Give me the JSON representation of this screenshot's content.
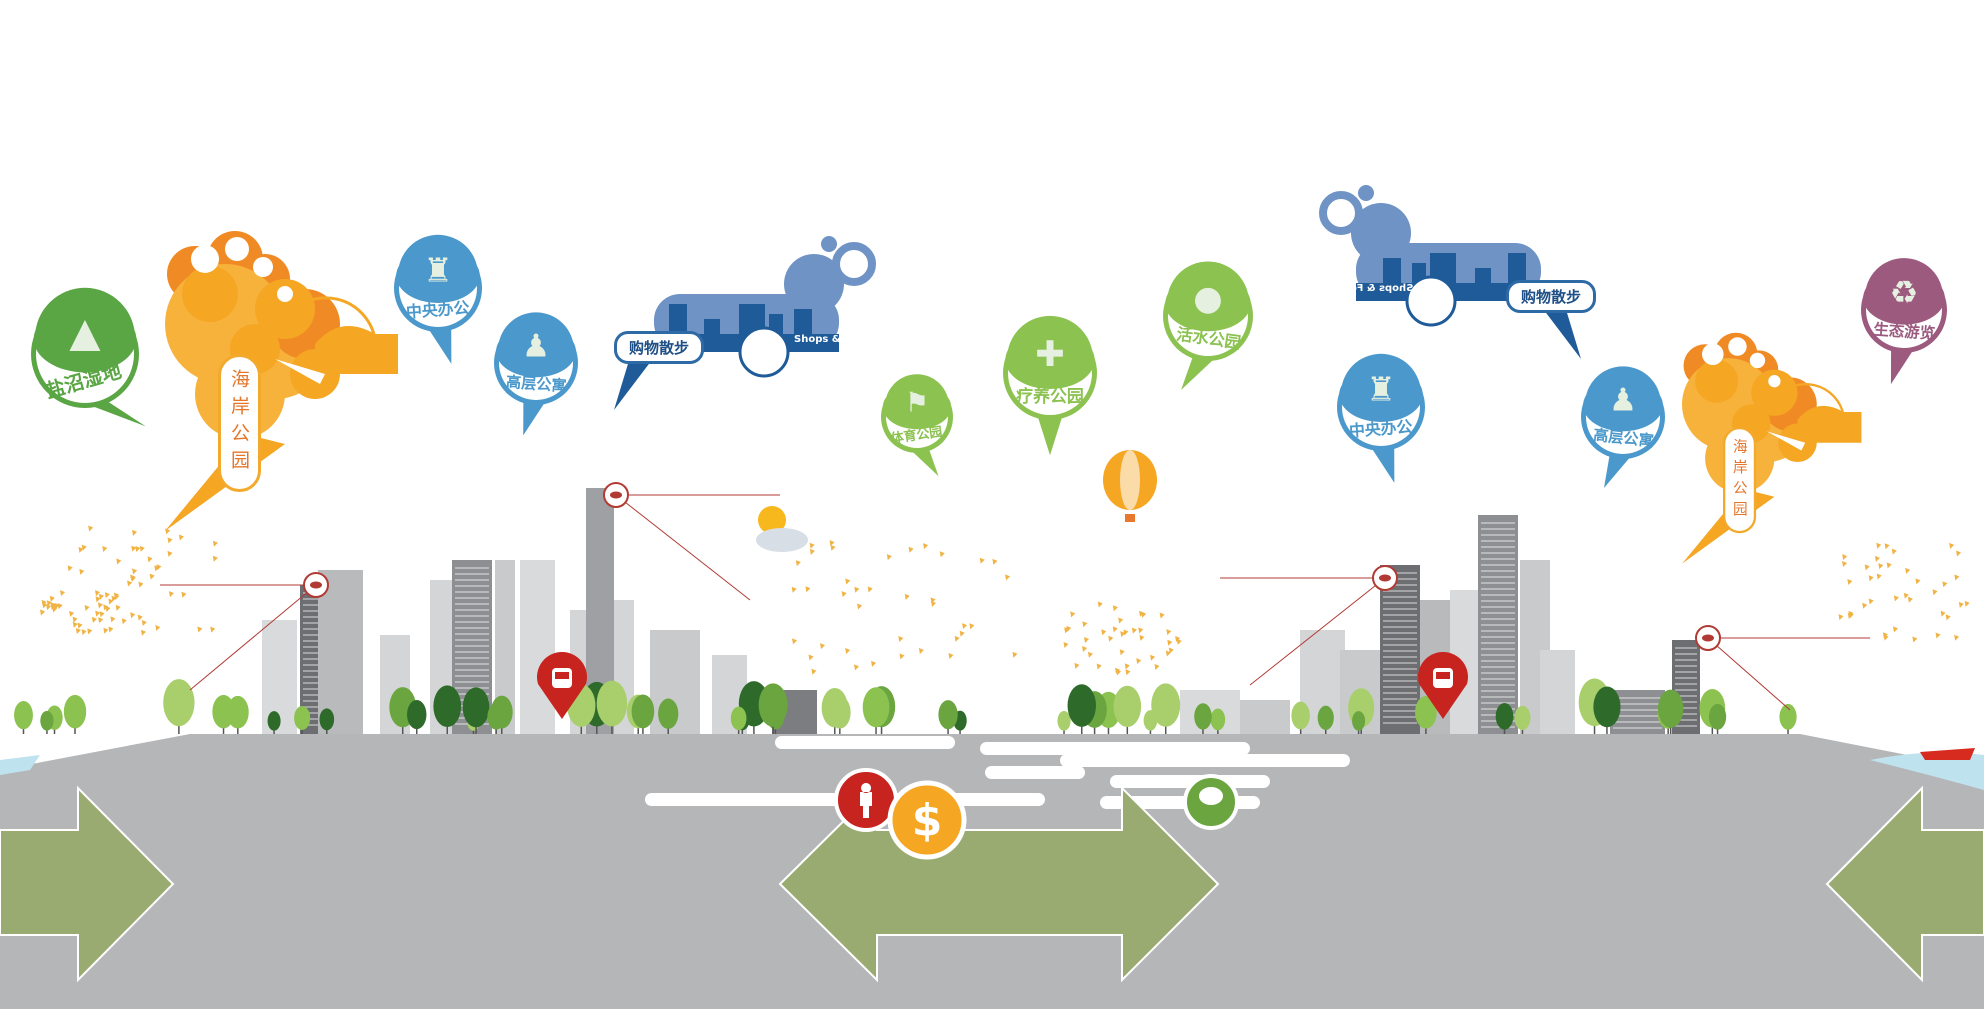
{
  "pins": [
    {
      "label": "盐沼湿地",
      "color": "#5aa544",
      "icon": "bird-icon"
    },
    {
      "label": "中央办公",
      "color": "#4a98cc",
      "icon": "office-worker-icon"
    },
    {
      "label": "高层公寓",
      "color": "#4a98cc",
      "icon": "person-icon"
    },
    {
      "label": "体育公园",
      "color": "#8cc250",
      "icon": "runner-icon"
    },
    {
      "label": "疗养公园",
      "color": "#8cc250",
      "icon": "medical-cross-icon"
    },
    {
      "label": "活水公园",
      "color": "#8cc250",
      "icon": "water-drop-icon"
    },
    {
      "label": "中央办公",
      "color": "#4a98cc",
      "icon": "office-worker-icon"
    },
    {
      "label": "高层公寓",
      "color": "#4a98cc",
      "icon": "person-icon"
    },
    {
      "label": "生态游览",
      "color": "#9b5a7e",
      "icon": "globe-recycle-icon"
    }
  ],
  "coastal_parks": [
    {
      "label": "海岸公园"
    },
    {
      "label": "海岸公园"
    }
  ],
  "shopping_clouds": [
    {
      "label": "购物散步",
      "sublabel": "Shops & Food"
    },
    {
      "label": "购物散步",
      "sublabel": "Shops & Food"
    }
  ],
  "colors": {
    "ground": "#b5b6b8",
    "arrow": "#9aab72",
    "orange": "#f5a623",
    "dark_orange": "#e8792a",
    "cloud_blue": "#6e93c4",
    "night_blue": "#1f5b99",
    "bus_red": "#c8241f"
  }
}
